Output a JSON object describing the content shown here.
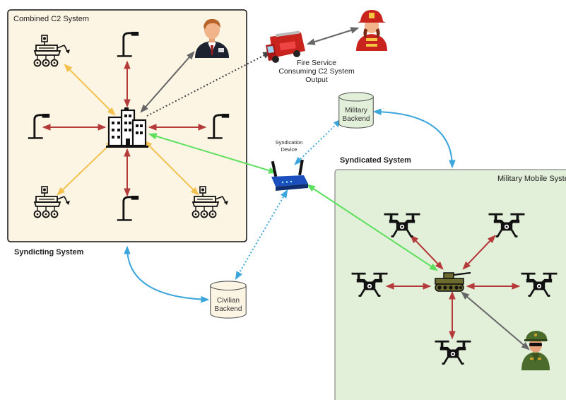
{
  "labels": {
    "combined_c2": "Combined C2 System",
    "syndicting": "Syndicting System",
    "syndicated": "Syndicated System",
    "military_mobile": "Military Mobile System",
    "military_backend_1": "Military",
    "military_backend_2": "Backend",
    "civilian_backend_1": "Civilian",
    "civilian_backend_2": "Backend",
    "fire_1": "Fire Service",
    "fire_2": "Consuming C2 System",
    "fire_3": "Output",
    "syndication_1": "Syndication",
    "syndication_2": "Device"
  },
  "colors": {
    "c2_fill": "#fdf5e4",
    "mobile_fill": "#e2efd9",
    "backend_fill": "#e2efd9",
    "civilian_fill": "#fdf5e4",
    "red_link": "#b53a3a",
    "yellow_link": "#f2c14e",
    "green_link": "#5de05d",
    "blue_link": "#3ba6dc",
    "gray_link": "#666666",
    "dotted_link": "#444444"
  },
  "icons": [
    "building-icon",
    "street-lamp-icon",
    "robot-rover-icon",
    "businessman-icon",
    "fire-truck-icon",
    "firefighter-icon",
    "router-icon",
    "database-icon",
    "drone-icon",
    "tank-icon",
    "soldier-icon"
  ]
}
